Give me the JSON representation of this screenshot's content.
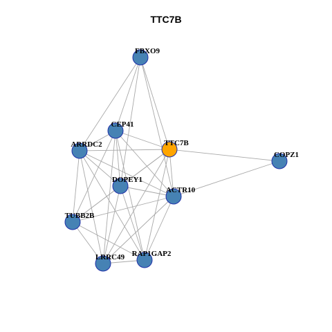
{
  "title": "TTC7B",
  "colors": {
    "node_default": "#4682b4",
    "node_focus": "#ffa500",
    "node_border": "#1f2fa8",
    "edge": "#a8a8a8"
  },
  "nodes": [
    {
      "id": "FBXO9",
      "focus": false
    },
    {
      "id": "CEP41",
      "focus": false
    },
    {
      "id": "ARRDC2",
      "focus": false
    },
    {
      "id": "TTC7B",
      "focus": true
    },
    {
      "id": "COPZ1",
      "focus": false
    },
    {
      "id": "DOPEY1",
      "focus": false
    },
    {
      "id": "ACTR10",
      "focus": false
    },
    {
      "id": "TUBB2B",
      "focus": false
    },
    {
      "id": "LRRC49",
      "focus": false
    },
    {
      "id": "RAP1GAP2",
      "focus": false
    }
  ],
  "edges": [
    [
      "FBXO9",
      "ARRDC2"
    ],
    [
      "FBXO9",
      "CEP41"
    ],
    [
      "FBXO9",
      "TTC7B"
    ],
    [
      "FBXO9",
      "DOPEY1"
    ],
    [
      "FBXO9",
      "ACTR10"
    ],
    [
      "CEP41",
      "ARRDC2"
    ],
    [
      "CEP41",
      "TTC7B"
    ],
    [
      "CEP41",
      "DOPEY1"
    ],
    [
      "CEP41",
      "ACTR10"
    ],
    [
      "CEP41",
      "TUBB2B"
    ],
    [
      "CEP41",
      "LRRC49"
    ],
    [
      "CEP41",
      "RAP1GAP2"
    ],
    [
      "ARRDC2",
      "TTC7B"
    ],
    [
      "ARRDC2",
      "DOPEY1"
    ],
    [
      "ARRDC2",
      "ACTR10"
    ],
    [
      "ARRDC2",
      "TUBB2B"
    ],
    [
      "ARRDC2",
      "LRRC49"
    ],
    [
      "ARRDC2",
      "RAP1GAP2"
    ],
    [
      "TTC7B",
      "COPZ1"
    ],
    [
      "TTC7B",
      "DOPEY1"
    ],
    [
      "TTC7B",
      "ACTR10"
    ],
    [
      "TTC7B",
      "TUBB2B"
    ],
    [
      "TTC7B",
      "LRRC49"
    ],
    [
      "TTC7B",
      "RAP1GAP2"
    ],
    [
      "COPZ1",
      "ACTR10"
    ],
    [
      "DOPEY1",
      "ACTR10"
    ],
    [
      "DOPEY1",
      "TUBB2B"
    ],
    [
      "DOPEY1",
      "LRRC49"
    ],
    [
      "DOPEY1",
      "RAP1GAP2"
    ],
    [
      "ACTR10",
      "TUBB2B"
    ],
    [
      "ACTR10",
      "LRRC49"
    ],
    [
      "ACTR10",
      "RAP1GAP2"
    ],
    [
      "TUBB2B",
      "LRRC49"
    ],
    [
      "TUBB2B",
      "RAP1GAP2"
    ],
    [
      "LRRC49",
      "RAP1GAP2"
    ]
  ]
}
